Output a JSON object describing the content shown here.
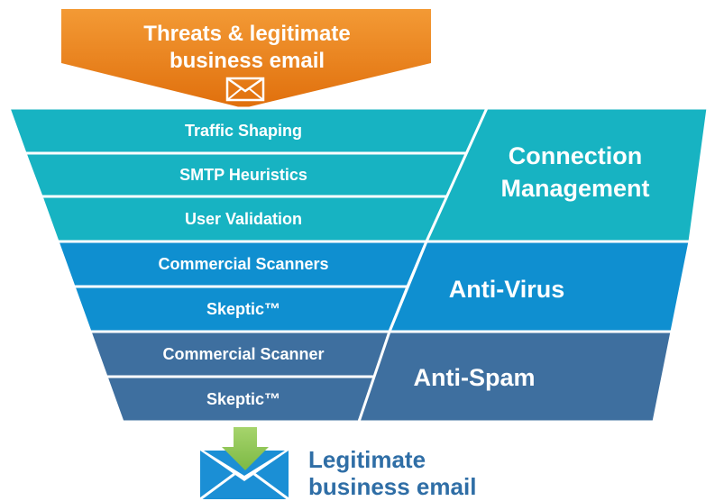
{
  "input": {
    "line1": "Threats & legitimate",
    "line2": "business email"
  },
  "layers": [
    {
      "label": "Traffic Shaping",
      "group": "connection"
    },
    {
      "label": "SMTP Heuristics",
      "group": "connection"
    },
    {
      "label": "User Validation",
      "group": "connection"
    },
    {
      "label": "Commercial Scanners",
      "group": "antivirus"
    },
    {
      "label": "Skeptic™",
      "group": "antivirus"
    },
    {
      "label": "Commercial Scanner",
      "group": "antispam"
    },
    {
      "label": "Skeptic™",
      "group": "antispam"
    }
  ],
  "categories": {
    "connection": {
      "line1": "Connection",
      "line2": "Management"
    },
    "antivirus": {
      "label": "Anti-Virus"
    },
    "antispam": {
      "label": "Anti-Spam"
    }
  },
  "output": {
    "line1": "Legitimate",
    "line2": "business email"
  },
  "colors": {
    "input_arrow": "#ee7d14",
    "connection": "#17b3c2",
    "antivirus": "#0f8fd0",
    "antispam": "#3e6f9f",
    "green_arrow": "#8fc654",
    "envelope": "#1b8fd5",
    "output_text": "#2f6ea6",
    "border": "#ffffff"
  }
}
